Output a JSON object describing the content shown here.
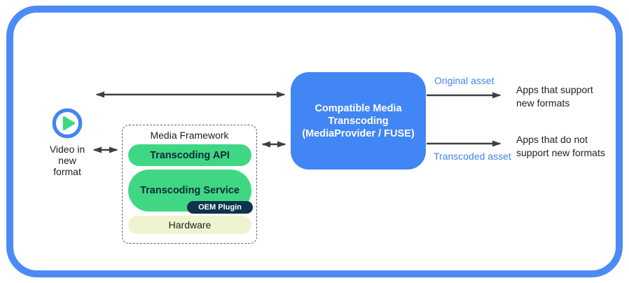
{
  "colors": {
    "frame_blue": "#4c8bf5",
    "box_blue": "#4285f4",
    "green": "#3fd783",
    "oem_navy": "#0d344a",
    "hardware_pale": "#eef4cf",
    "arrow_gray": "#3c4043",
    "label_blue": "#4285f4",
    "text_dark": "#202124"
  },
  "source": {
    "icon": "play-icon",
    "label": "Video in\nnew\nformat"
  },
  "framework": {
    "title": "Media Framework",
    "layers": {
      "api": "Transcoding API",
      "service": "Transcoding Service",
      "oem": "OEM Plugin",
      "hardware": "Hardware"
    }
  },
  "transcoder": {
    "label": "Compatible Media\nTranscoding\n(MediaProvider / FUSE)"
  },
  "outputs": {
    "original": {
      "label": "Original asset",
      "target": "Apps that support\nnew formats"
    },
    "transcoded": {
      "label": "Transcoded asset",
      "target": "Apps that do not\nsupport new formats"
    }
  }
}
